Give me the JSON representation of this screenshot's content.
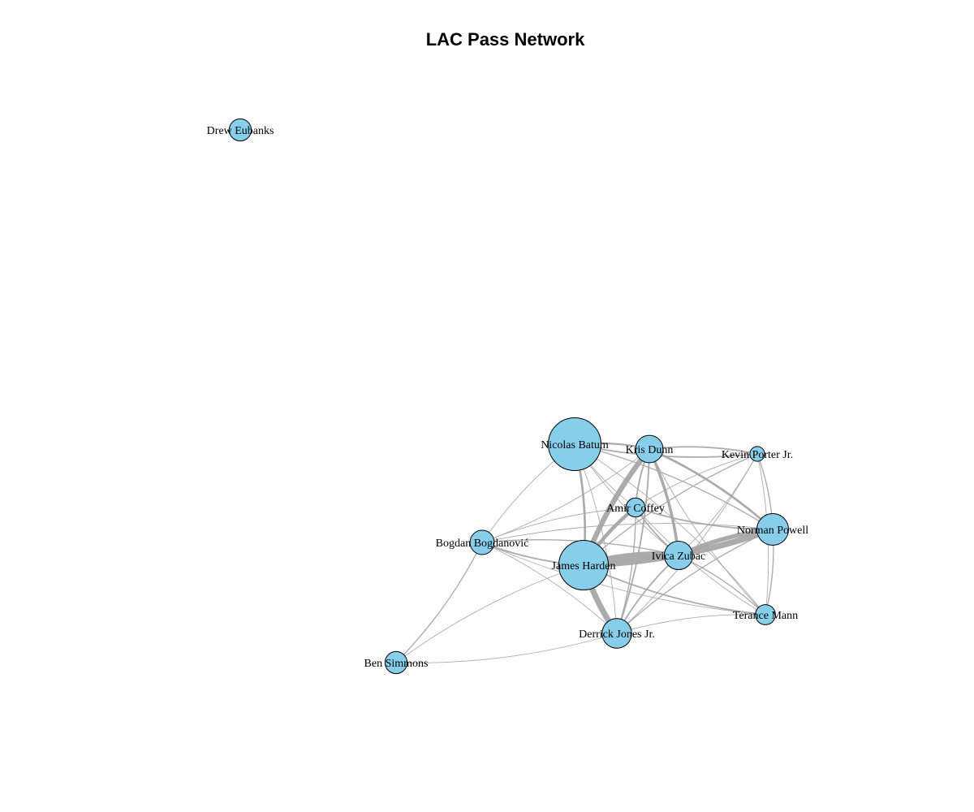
{
  "title": "LAC Pass Network",
  "colors": {
    "node_fill": "#87ceeb",
    "node_stroke": "#000000",
    "edge": "#a6a6a6",
    "background": "#ffffff"
  },
  "nodes": [
    {
      "id": "batum",
      "label": "Nicolas Batum",
      "size": 5
    },
    {
      "id": "dunn",
      "label": "Kris Dunn",
      "size": 2.6
    },
    {
      "id": "porter",
      "label": "Kevin Porter Jr.",
      "size": 1.4
    },
    {
      "id": "coffey",
      "label": "Amir Coffey",
      "size": 1.8
    },
    {
      "id": "powell",
      "label": "Norman Powell",
      "size": 3
    },
    {
      "id": "bogdanovic",
      "label": "Bogdan Bogdanović",
      "size": 2.3
    },
    {
      "id": "harden",
      "label": "James Harden",
      "size": 4.7
    },
    {
      "id": "zubac",
      "label": "Ivica Zubac",
      "size": 2.7
    },
    {
      "id": "mann",
      "label": "Terance Mann",
      "size": 1.9
    },
    {
      "id": "jones",
      "label": "Derrick Jones Jr.",
      "size": 2.8
    },
    {
      "id": "simmons",
      "label": "Ben Simmons",
      "size": 2.1
    },
    {
      "id": "eubanks",
      "label": "Drew Eubanks",
      "size": 2.1
    }
  ],
  "edges": [
    [
      "harden",
      "zubac",
      10
    ],
    [
      "harden",
      "jones",
      8
    ],
    [
      "harden",
      "dunn",
      7
    ],
    [
      "harden",
      "powell",
      8
    ],
    [
      "harden",
      "coffey",
      5
    ],
    [
      "harden",
      "batum",
      3
    ],
    [
      "harden",
      "bogdanovic",
      2
    ],
    [
      "harden",
      "mann",
      2
    ],
    [
      "harden",
      "porter",
      1.5
    ],
    [
      "harden",
      "simmons",
      1
    ],
    [
      "zubac",
      "powell",
      6
    ],
    [
      "zubac",
      "dunn",
      4
    ],
    [
      "zubac",
      "coffey",
      2
    ],
    [
      "zubac",
      "jones",
      2
    ],
    [
      "zubac",
      "mann",
      1.5
    ],
    [
      "zubac",
      "porter",
      1
    ],
    [
      "zubac",
      "batum",
      1
    ],
    [
      "zubac",
      "bogdanovic",
      1.5
    ],
    [
      "dunn",
      "powell",
      3
    ],
    [
      "dunn",
      "batum",
      2.5
    ],
    [
      "dunn",
      "porter",
      2
    ],
    [
      "dunn",
      "coffey",
      2
    ],
    [
      "dunn",
      "jones",
      2
    ],
    [
      "dunn",
      "mann",
      1
    ],
    [
      "dunn",
      "bogdanovic",
      1
    ],
    [
      "batum",
      "porter",
      2
    ],
    [
      "batum",
      "powell",
      1.5
    ],
    [
      "batum",
      "bogdanovic",
      1
    ],
    [
      "batum",
      "jones",
      1
    ],
    [
      "batum",
      "coffey",
      1
    ],
    [
      "batum",
      "mann",
      1
    ],
    [
      "powell",
      "porter",
      1.5
    ],
    [
      "powell",
      "mann",
      1.5
    ],
    [
      "powell",
      "jones",
      1.5
    ],
    [
      "powell",
      "coffey",
      2
    ],
    [
      "powell",
      "bogdanovic",
      1
    ],
    [
      "coffey",
      "jones",
      1.5
    ],
    [
      "coffey",
      "bogdanovic",
      1
    ],
    [
      "coffey",
      "porter",
      1
    ],
    [
      "coffey",
      "mann",
      1
    ],
    [
      "jones",
      "mann",
      1
    ],
    [
      "jones",
      "bogdanovic",
      1
    ],
    [
      "jones",
      "simmons",
      1
    ],
    [
      "jones",
      "porter",
      1
    ],
    [
      "bogdanovic",
      "simmons",
      1.5
    ],
    [
      "bogdanovic",
      "mann",
      1
    ],
    [
      "porter",
      "mann",
      1
    ]
  ]
}
